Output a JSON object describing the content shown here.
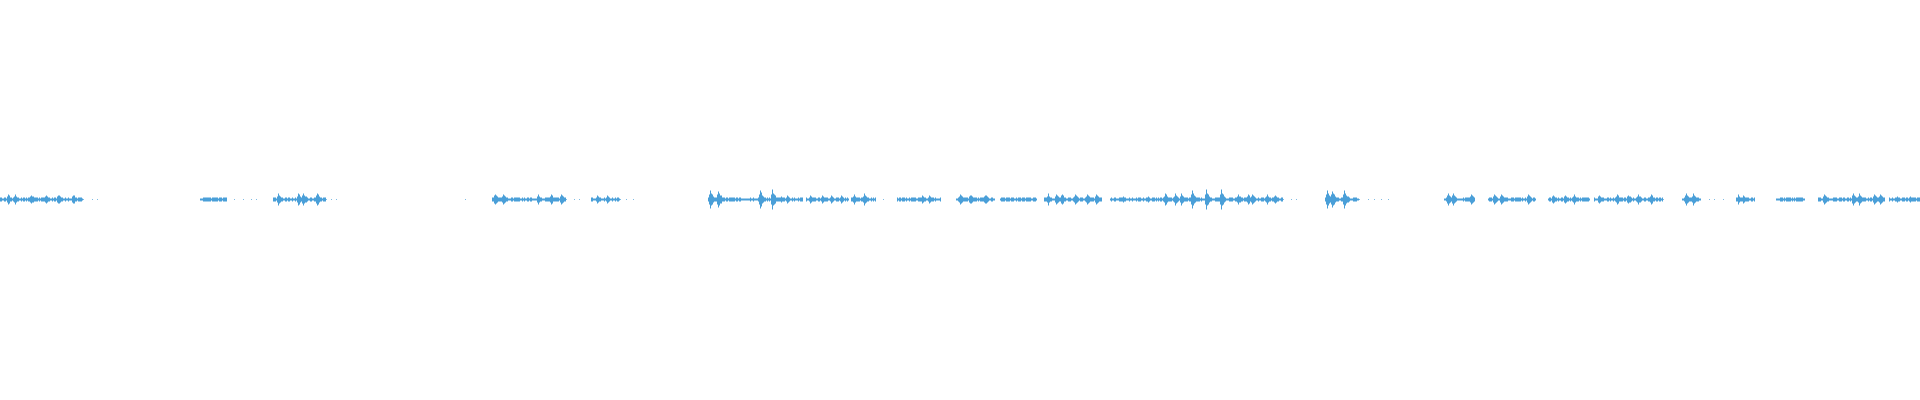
{
  "waveform": {
    "color": "#4a9fd8",
    "segments": [
      {
        "start": 0.0,
        "end": 0.043,
        "level": 0.5,
        "peaks": [
          0.004,
          0.008,
          0.016,
          0.024,
          0.03,
          0.038
        ]
      },
      {
        "start": 0.043,
        "end": 0.053,
        "level": 0.12,
        "dots": true
      },
      {
        "start": 0.104,
        "end": 0.118,
        "level": 0.2,
        "peaks": [
          0.106
        ]
      },
      {
        "start": 0.122,
        "end": 0.135,
        "level": 0.1,
        "dots": true
      },
      {
        "start": 0.142,
        "end": 0.17,
        "level": 0.65,
        "peaks": [
          0.145,
          0.155,
          0.158,
          0.165
        ]
      },
      {
        "start": 0.17,
        "end": 0.177,
        "level": 0.1,
        "dots": true
      },
      {
        "start": 0.242,
        "end": 0.246,
        "level": 0.1,
        "dots": true
      },
      {
        "start": 0.256,
        "end": 0.295,
        "level": 0.55,
        "peaks": [
          0.258,
          0.262,
          0.28,
          0.287,
          0.292
        ]
      },
      {
        "start": 0.295,
        "end": 0.302,
        "level": 0.1,
        "dots": true
      },
      {
        "start": 0.308,
        "end": 0.323,
        "level": 0.4,
        "peaks": [
          0.311,
          0.316
        ]
      },
      {
        "start": 0.323,
        "end": 0.332,
        "level": 0.1,
        "dots": true
      },
      {
        "start": 0.369,
        "end": 0.41,
        "level": 0.9,
        "peaks": [
          0.37,
          0.374,
          0.396,
          0.402
        ]
      },
      {
        "start": 0.405,
        "end": 0.418,
        "level": 0.4,
        "peaks": [
          0.407,
          0.41
        ]
      },
      {
        "start": 0.42,
        "end": 0.442,
        "level": 0.4,
        "peaks": [
          0.422,
          0.428,
          0.433,
          0.438
        ]
      },
      {
        "start": 0.443,
        "end": 0.456,
        "level": 0.55,
        "peaks": [
          0.445,
          0.45
        ]
      },
      {
        "start": 0.46,
        "end": 0.464,
        "level": 0.1,
        "dots": true
      },
      {
        "start": 0.467,
        "end": 0.49,
        "level": 0.4,
        "peaks": [
          0.48,
          0.484
        ]
      },
      {
        "start": 0.498,
        "end": 0.518,
        "level": 0.5,
        "peaks": [
          0.5,
          0.505,
          0.513
        ]
      },
      {
        "start": 0.521,
        "end": 0.54,
        "level": 0.25,
        "peaks": [
          0.535
        ]
      },
      {
        "start": 0.544,
        "end": 0.556,
        "level": 0.55,
        "peaks": [
          0.546,
          0.55,
          0.553
        ]
      },
      {
        "start": 0.556,
        "end": 0.574,
        "level": 0.5,
        "peaks": [
          0.56,
          0.566,
          0.571
        ]
      },
      {
        "start": 0.578,
        "end": 0.619,
        "level": 0.3,
        "peaks": [
          0.585,
          0.598,
          0.606
        ]
      },
      {
        "start": 0.604,
        "end": 0.62,
        "level": 0.6,
        "peaks": [
          0.607,
          0.612,
          0.615
        ]
      },
      {
        "start": 0.619,
        "end": 0.64,
        "level": 0.9,
        "peaks": [
          0.621,
          0.628,
          0.636
        ]
      },
      {
        "start": 0.64,
        "end": 0.656,
        "level": 0.55,
        "peaks": [
          0.645,
          0.65,
          0.652
        ]
      },
      {
        "start": 0.656,
        "end": 0.668,
        "level": 0.45,
        "peaks": [
          0.66,
          0.664
        ]
      },
      {
        "start": 0.668,
        "end": 0.676,
        "level": 0.1,
        "dots": true
      },
      {
        "start": 0.69,
        "end": 0.708,
        "level": 0.9,
        "peaks": [
          0.691,
          0.694,
          0.7
        ]
      },
      {
        "start": 0.708,
        "end": 0.724,
        "level": 0.15,
        "dots": true
      },
      {
        "start": 0.752,
        "end": 0.768,
        "level": 0.55,
        "peaks": [
          0.754,
          0.757,
          0.766
        ]
      },
      {
        "start": 0.775,
        "end": 0.8,
        "level": 0.55,
        "peaks": [
          0.778,
          0.782,
          0.796
        ]
      },
      {
        "start": 0.806,
        "end": 0.828,
        "level": 0.45,
        "peaks": [
          0.809,
          0.815,
          0.82
        ]
      },
      {
        "start": 0.83,
        "end": 0.866,
        "level": 0.5,
        "peaks": [
          0.833,
          0.842,
          0.848,
          0.853,
          0.86
        ]
      },
      {
        "start": 0.866,
        "end": 0.87,
        "level": 0.1,
        "dots": true
      },
      {
        "start": 0.876,
        "end": 0.886,
        "level": 0.6,
        "peaks": [
          0.878,
          0.882
        ]
      },
      {
        "start": 0.89,
        "end": 0.9,
        "level": 0.1,
        "dots": true
      },
      {
        "start": 0.904,
        "end": 0.914,
        "level": 0.45,
        "peaks": [
          0.905,
          0.908
        ]
      },
      {
        "start": 0.925,
        "end": 0.94,
        "level": 0.25,
        "peaks": [
          0.93
        ]
      },
      {
        "start": 0.947,
        "end": 0.973,
        "level": 0.55,
        "peaks": [
          0.95,
          0.965,
          0.968
        ]
      },
      {
        "start": 0.973,
        "end": 0.982,
        "level": 0.5,
        "peaks": [
          0.976,
          0.979
        ]
      },
      {
        "start": 0.984,
        "end": 1.0,
        "level": 0.3,
        "peaks": [
          0.988,
          0.995
        ]
      }
    ]
  }
}
